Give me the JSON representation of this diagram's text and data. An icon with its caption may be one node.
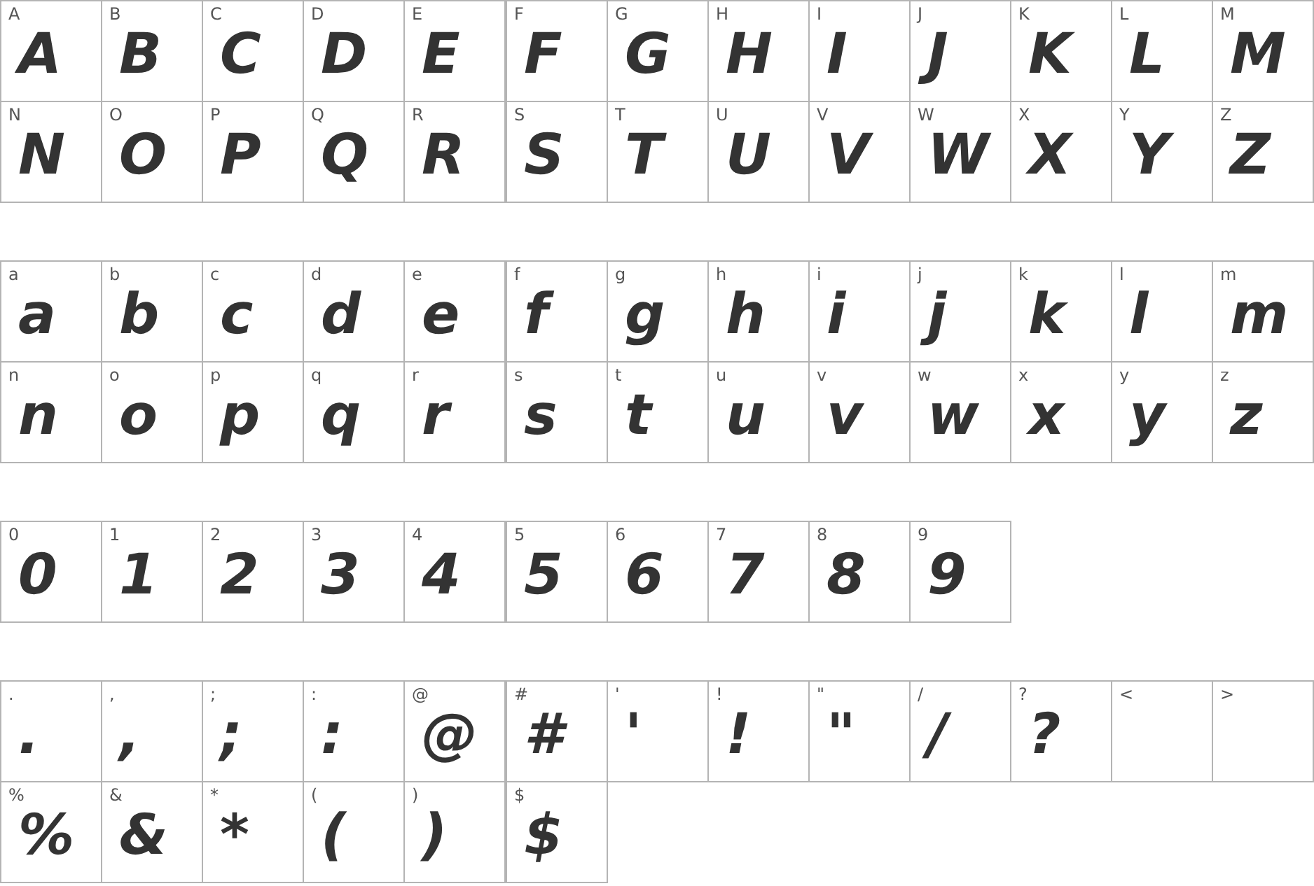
{
  "diagram": {
    "labels": [
      "A",
      "A",
      "B",
      "B",
      "C",
      "C",
      "D",
      "D",
      "E",
      "E",
      "F",
      "F",
      "G",
      "G",
      "H",
      "H",
      "I",
      "I",
      "J",
      "J",
      "K",
      "K",
      "L",
      "L",
      "M",
      "M",
      "N",
      "N",
      "O",
      "O",
      "P",
      "P",
      "Q",
      "Q",
      "R",
      "R",
      "S",
      "S",
      "T",
      "T",
      "U",
      "U",
      "V",
      "V",
      "W",
      "W",
      "X",
      "X",
      "Y",
      "Y",
      "Z",
      "Z",
      "a",
      "a",
      "b",
      "b",
      "c",
      "c",
      "d",
      "d",
      "e",
      "e",
      "f",
      "f",
      "g",
      "g",
      "h",
      "h",
      "i",
      "i",
      "j",
      "j",
      "k",
      "k",
      "l",
      "l",
      "m",
      "m",
      "n",
      "n",
      "o",
      "o",
      "p",
      "p",
      "q",
      "q",
      "r",
      "r",
      "s",
      "s",
      "t",
      "t",
      "u",
      "u",
      "v",
      "v",
      "w",
      "w",
      "x",
      "x",
      "y",
      "y",
      "z",
      "z",
      "0",
      "0",
      "1",
      "1",
      "2",
      "2",
      "3",
      "3",
      "4",
      "4",
      "5",
      "5",
      "6",
      "6",
      "7",
      "7",
      "8",
      "8",
      "9",
      "9",
      ".",
      ".",
      ",",
      ",",
      ";",
      ";",
      ":",
      ":",
      "@",
      "@",
      "#",
      "#",
      "'",
      "'",
      "!",
      "!",
      "\"",
      "\"",
      "/",
      "/",
      "?",
      "?",
      "<",
      ">",
      "%",
      "%",
      "&",
      "&",
      "*",
      "*",
      "(",
      "(",
      ")",
      ")",
      "$",
      "$"
    ]
  }
}
